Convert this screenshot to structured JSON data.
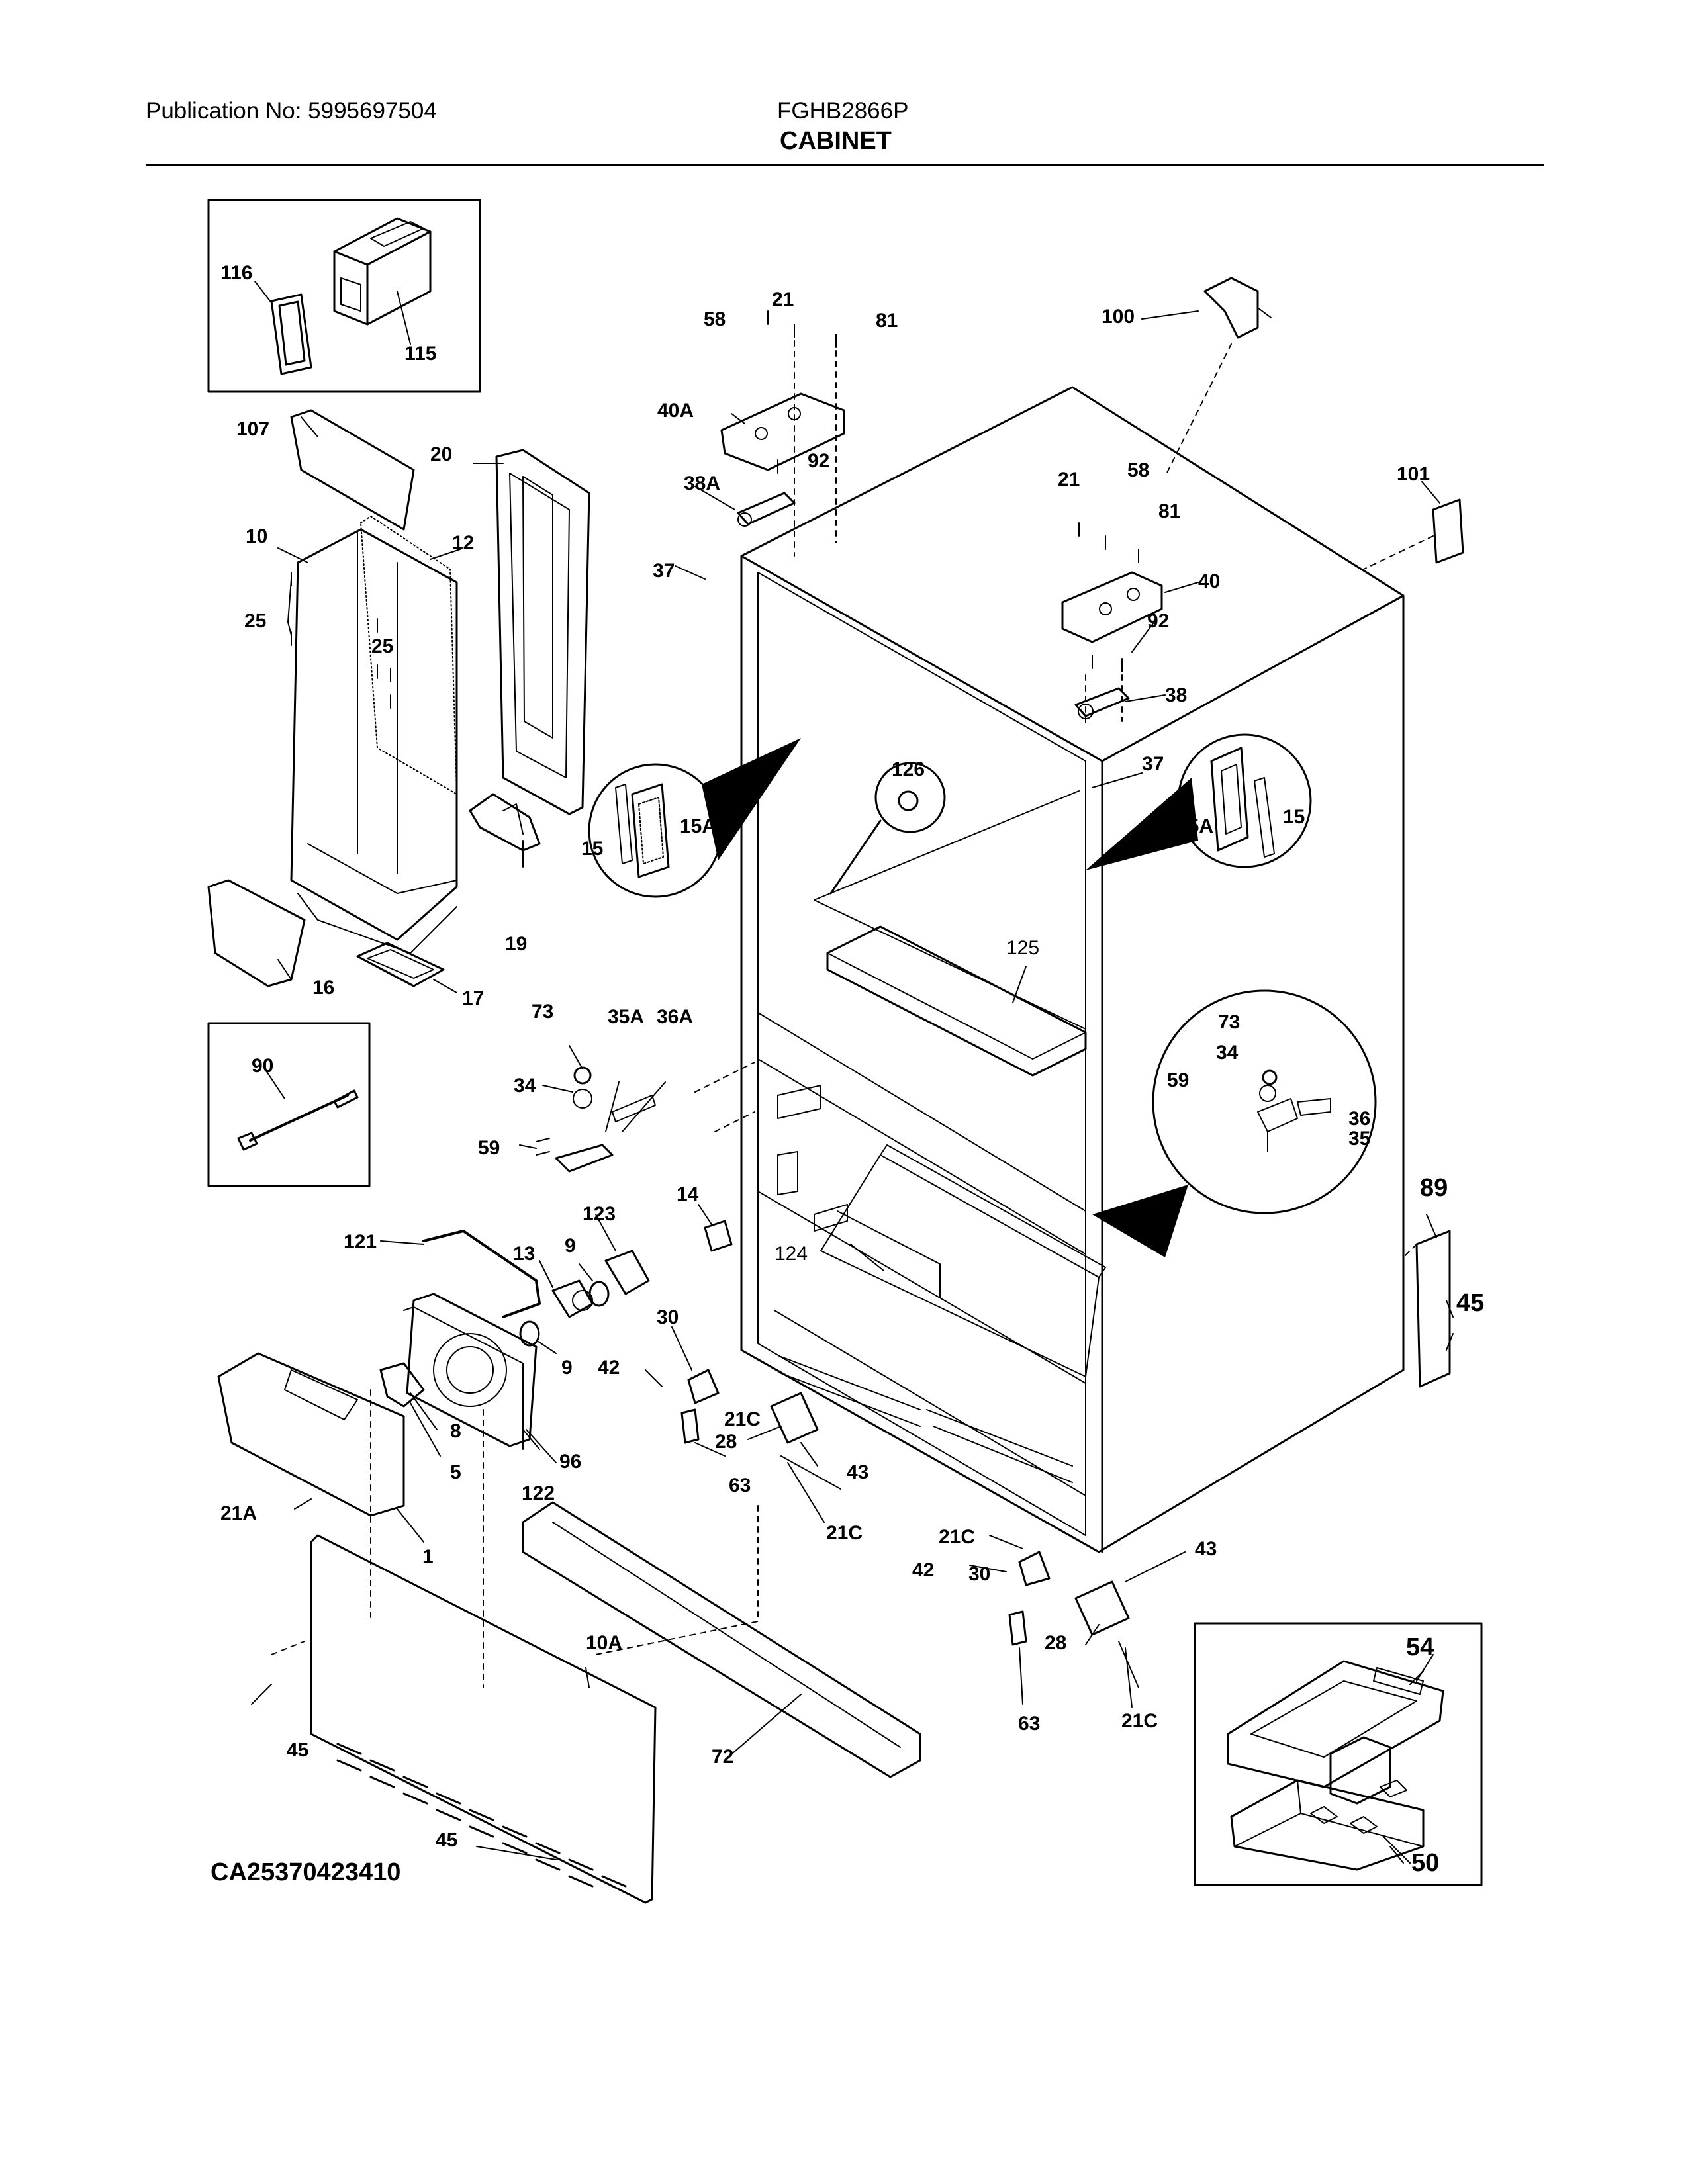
{
  "header": {
    "publication": "Publication No: 5995697504",
    "model": "FGHB2866P",
    "title": "CABINET"
  },
  "drawing_number": "CA25370423410",
  "callouts": [
    {
      "id": "c-116",
      "text": "116"
    },
    {
      "id": "c-115",
      "text": "115"
    },
    {
      "id": "c-107",
      "text": "107"
    },
    {
      "id": "c-20",
      "text": "20"
    },
    {
      "id": "c-10",
      "text": "10"
    },
    {
      "id": "c-12",
      "text": "12"
    },
    {
      "id": "c-25a",
      "text": "25"
    },
    {
      "id": "c-25b",
      "text": "25"
    },
    {
      "id": "c-19",
      "text": "19"
    },
    {
      "id": "c-16",
      "text": "16"
    },
    {
      "id": "c-17",
      "text": "17"
    },
    {
      "id": "c-90",
      "text": "90"
    },
    {
      "id": "c-58a",
      "text": "58"
    },
    {
      "id": "c-21a",
      "text": "21"
    },
    {
      "id": "c-81a",
      "text": "81"
    },
    {
      "id": "c-40A",
      "text": "40A"
    },
    {
      "id": "c-92a",
      "text": "92"
    },
    {
      "id": "c-38A",
      "text": "38A"
    },
    {
      "id": "c-37a",
      "text": "37"
    },
    {
      "id": "c-100",
      "text": "100"
    },
    {
      "id": "c-21b",
      "text": "21"
    },
    {
      "id": "c-58b",
      "text": "58"
    },
    {
      "id": "c-81b",
      "text": "81"
    },
    {
      "id": "c-101",
      "text": "101"
    },
    {
      "id": "c-40",
      "text": "40"
    },
    {
      "id": "c-92b",
      "text": "92"
    },
    {
      "id": "c-38",
      "text": "38"
    },
    {
      "id": "c-37b",
      "text": "37"
    },
    {
      "id": "c-126",
      "text": "126"
    },
    {
      "id": "c-15a",
      "text": "15"
    },
    {
      "id": "c-15Aa",
      "text": "15A"
    },
    {
      "id": "c-15Ab",
      "text": "15A"
    },
    {
      "id": "c-15b",
      "text": "15"
    },
    {
      "id": "c-125",
      "text": "125"
    },
    {
      "id": "c-73a",
      "text": "73"
    },
    {
      "id": "c-35A",
      "text": "35A"
    },
    {
      "id": "c-36A",
      "text": "36A"
    },
    {
      "id": "c-34a",
      "text": "34"
    },
    {
      "id": "c-59a",
      "text": "59"
    },
    {
      "id": "c-73b",
      "text": "73"
    },
    {
      "id": "c-34b",
      "text": "34"
    },
    {
      "id": "c-59b",
      "text": "59"
    },
    {
      "id": "c-36",
      "text": "36"
    },
    {
      "id": "c-35",
      "text": "35"
    },
    {
      "id": "c-14",
      "text": "14"
    },
    {
      "id": "c-124",
      "text": "124"
    },
    {
      "id": "c-89",
      "text": "89"
    },
    {
      "id": "c-45a",
      "text": "45"
    },
    {
      "id": "c-121",
      "text": "121"
    },
    {
      "id": "c-13",
      "text": "13"
    },
    {
      "id": "c-9a",
      "text": "9"
    },
    {
      "id": "c-123",
      "text": "123"
    },
    {
      "id": "c-9b",
      "text": "9"
    },
    {
      "id": "c-30a",
      "text": "30"
    },
    {
      "id": "c-42a",
      "text": "42"
    },
    {
      "id": "c-21Ca",
      "text": "21C"
    },
    {
      "id": "c-28a",
      "text": "28"
    },
    {
      "id": "c-63a",
      "text": "63"
    },
    {
      "id": "c-43a",
      "text": "43"
    },
    {
      "id": "c-21Cb",
      "text": "21C"
    },
    {
      "id": "c-8",
      "text": "8"
    },
    {
      "id": "c-5",
      "text": "5"
    },
    {
      "id": "c-96",
      "text": "96"
    },
    {
      "id": "c-122",
      "text": "122"
    },
    {
      "id": "c-21A",
      "text": "21A"
    },
    {
      "id": "c-1",
      "text": "1"
    },
    {
      "id": "c-21Cc",
      "text": "21C"
    },
    {
      "id": "c-42b",
      "text": "42"
    },
    {
      "id": "c-30b",
      "text": "30"
    },
    {
      "id": "c-43b",
      "text": "43"
    },
    {
      "id": "c-28b",
      "text": "28"
    },
    {
      "id": "c-63b",
      "text": "63"
    },
    {
      "id": "c-21Cd",
      "text": "21C"
    },
    {
      "id": "c-10A",
      "text": "10A"
    },
    {
      "id": "c-45b",
      "text": "45"
    },
    {
      "id": "c-72",
      "text": "72"
    },
    {
      "id": "c-45c",
      "text": "45"
    },
    {
      "id": "c-54",
      "text": "54"
    },
    {
      "id": "c-50",
      "text": "50"
    }
  ]
}
